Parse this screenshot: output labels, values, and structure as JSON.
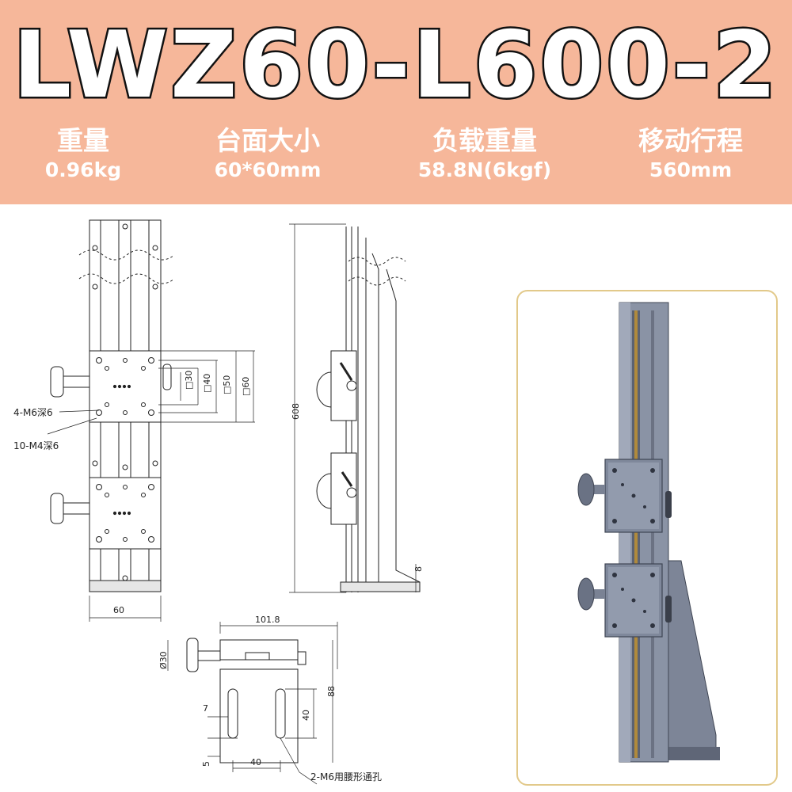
{
  "header": {
    "model": "LWZ60-L600-2",
    "specs": [
      {
        "label": "重量",
        "value": "0.96kg"
      },
      {
        "label": "台面大小",
        "value": "60*60mm"
      },
      {
        "label": "负载重量",
        "value": "58.8N(6kgf)"
      },
      {
        "label": "移动行程",
        "value": "560mm"
      }
    ]
  },
  "drawing": {
    "front_view": {
      "width_dim": "60",
      "square_dims": [
        "□30",
        "□40",
        "□50",
        "□60"
      ],
      "hole_callout_m6": "4-M6深6",
      "hole_callout_m4": "10-M4深6"
    },
    "side_view": {
      "height_dim": "608",
      "base_dim": "8"
    },
    "bottom_view": {
      "length_dim": "101.8",
      "knob_dim": "Ø30",
      "height_dim": "88",
      "slot_height_dim": "40",
      "slot_width_dim": "7",
      "slot_spacing_dim": "40",
      "edge_dim": "5",
      "slot_callout": "2-M6用腰形通孔"
    }
  },
  "colors": {
    "banner": "#f6b79a",
    "photo_frame": "#e2c98a",
    "rail": "#8a93a5",
    "rail_slot": "#b08a3c"
  }
}
